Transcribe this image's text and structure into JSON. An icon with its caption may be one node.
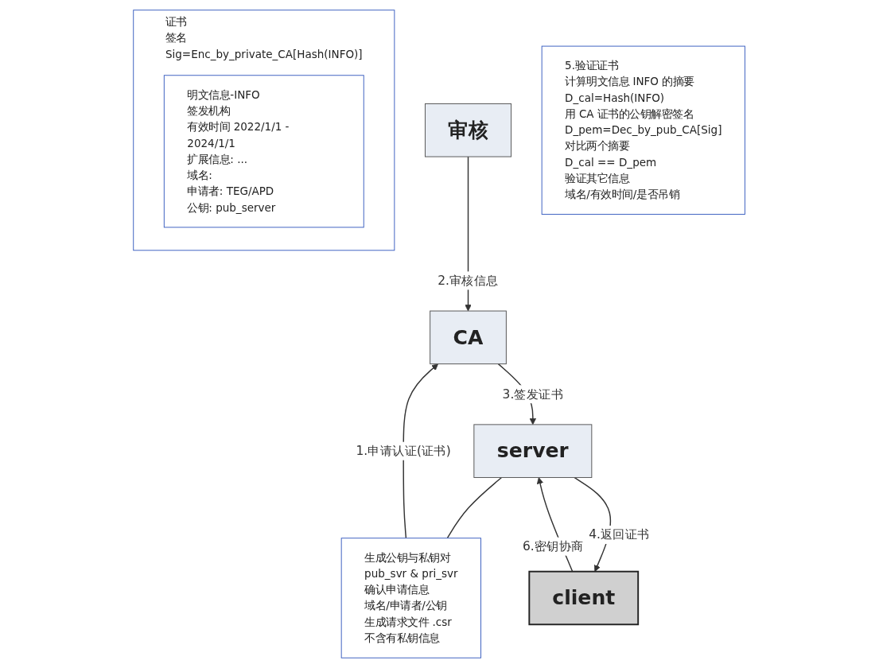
{
  "diagram": {
    "nodes": [
      {
        "text": [
          "审核"
        ]
      },
      {
        "text": [
          "证书",
          "签名",
          "Sig=Enc_by_private_CA[Hash(INFO)]"
        ]
      },
      {
        "text": [
          "明文信息-INFO",
          "签发机构",
          "有效时间 2022/1/1 - 2024/1/1",
          "扩展信息: ...",
          "域名:",
          "申请者: TEG/APD",
          "公钥: pub_server"
        ],
        "in": 1
      },
      {
        "text": [
          "CA"
        ]
      },
      {
        "text": [
          "生成公钥与私钥对",
          "pub_svr & pri_svr",
          "确认申请信息",
          "域名/申请者/公钥",
          "生成请求文件 .csr",
          "不含有私钥信息"
        ]
      },
      {
        "text": [
          "5.验证证书",
          "计算明文信息 INFO 的摘要",
          "D_cal=Hash(INFO)",
          "用 CA 证书的公钥解密签名",
          "D_pem=Dec_by_pub_CA[Sig]",
          "对比两个摘要",
          "D_cal == D_pem",
          "验证其它信息",
          "域名/有效时间/是否吊销"
        ]
      },
      {
        "text": [
          "server"
        ]
      },
      {
        "text": [
          "client"
        ]
      }
    ],
    "edges": [
      {
        "from": 0,
        "to": 3,
        "arrow": "to",
        "label": "2.审核信息"
      },
      {
        "from": 6,
        "to": 4,
        "arrow": "none"
      },
      {
        "from": 4,
        "to": 3,
        "arrow": "to",
        "label": "1.申请认证(证书)"
      },
      {
        "from": 3,
        "to": 6,
        "arrow": "to",
        "label": "3.签发证书"
      },
      {
        "from": 6,
        "to": 7,
        "arrow": "to",
        "label": "4.返回证书"
      },
      {
        "from": 7,
        "to": 6,
        "arrow": "to",
        "label": "6.密钥协商"
      }
    ]
  }
}
